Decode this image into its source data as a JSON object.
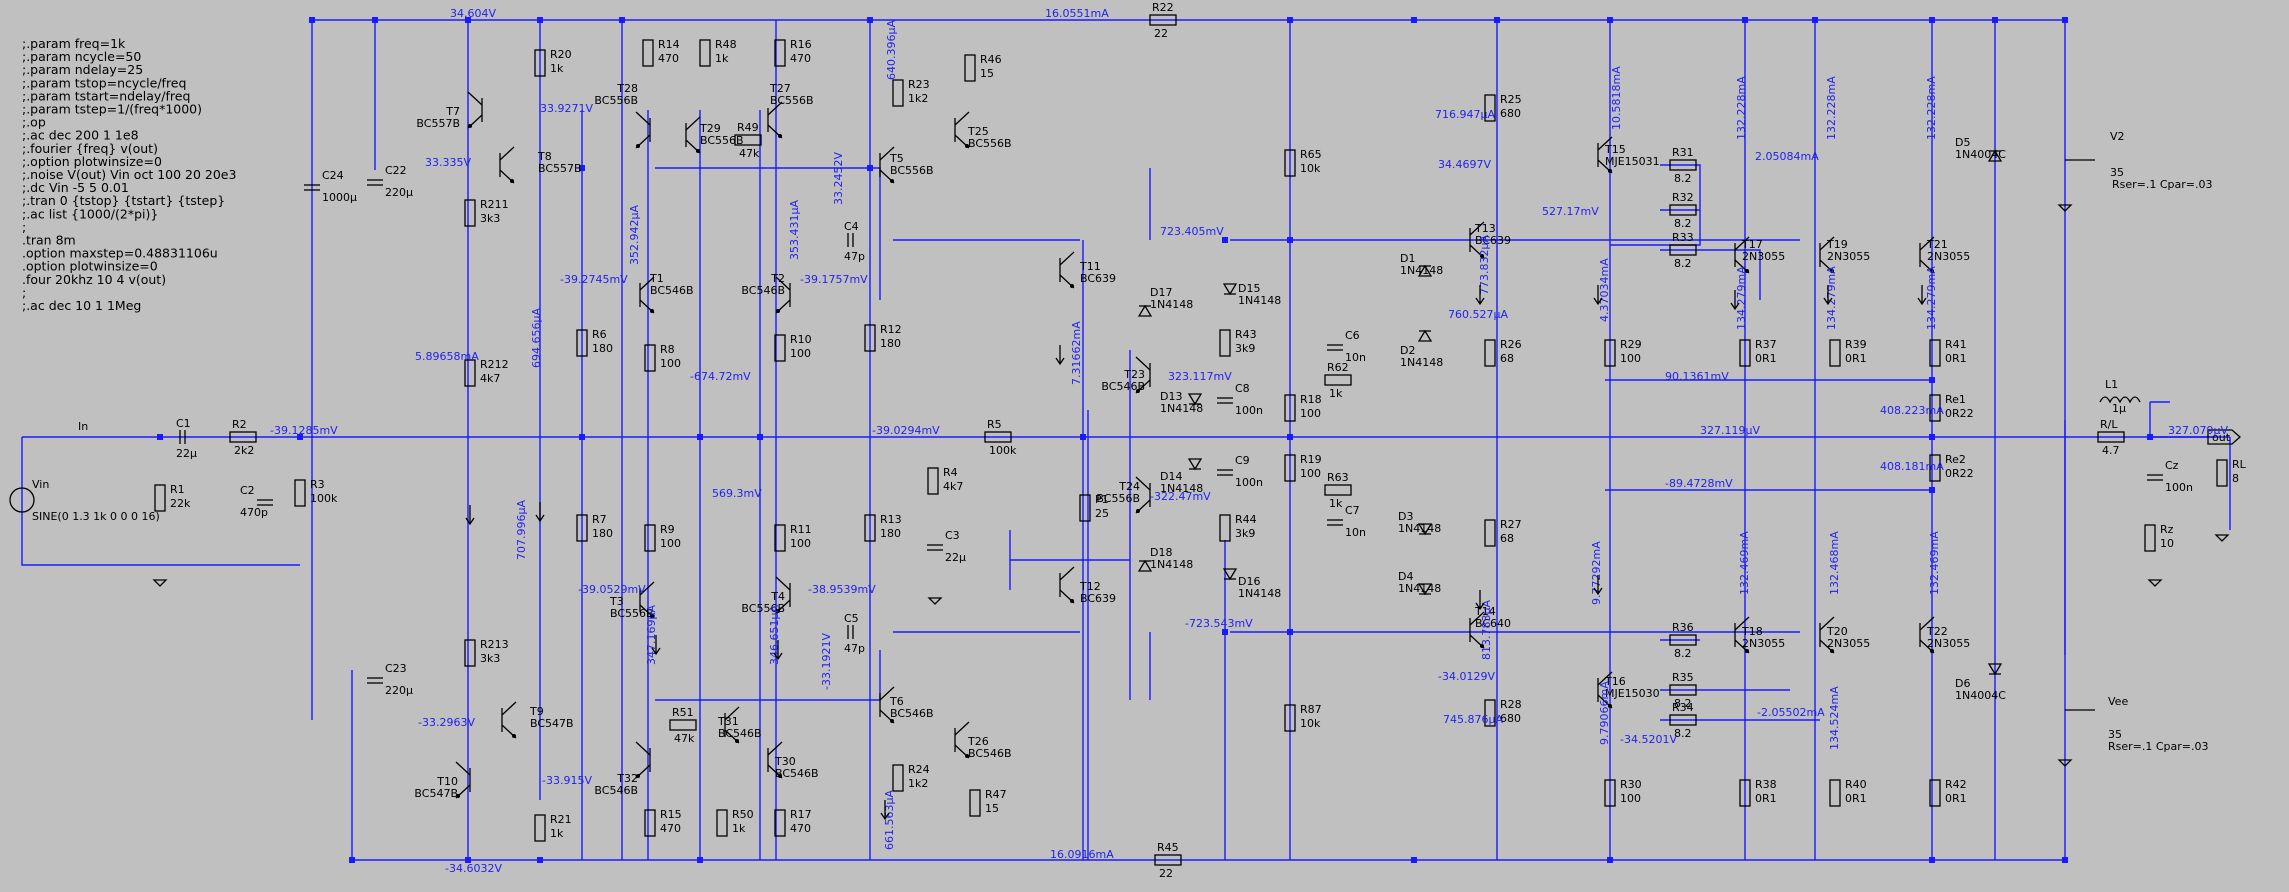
{
  "directives": [
    ";.param freq=1k",
    ";.param ncycle=50",
    ";.param ndelay=25",
    ";.param tstop=ncycle/freq",
    ";.param tstart=ndelay/freq",
    ";.param tstep=1/(freq*1000)",
    ";.op",
    ";.ac dec 200 1 1e8",
    ";.fourier {freq} v(out)",
    ";.option plotwinsize=0",
    ";.noise V(out) Vin oct 100 20 20e3",
    ";.dc Vin -5 5 0.01",
    ";.tran 0 {tstop} {tstart} {tstep}",
    ";.ac list {1000/(2*pi)}",
    ";",
    ".tran 8m",
    ".option maxstep=0.48831106u",
    ".option plotwinsize=0",
    ".four 20khz 10 4 v(out)",
    ";",
    ";.ac dec 10 1 1Meg"
  ],
  "resistors": [
    {
      "n": "R20",
      "v": "1k"
    },
    {
      "n": "R211",
      "v": "3k3"
    },
    {
      "n": "R212",
      "v": "4k7"
    },
    {
      "n": "R213",
      "v": "3k3"
    },
    {
      "n": "R21",
      "v": "1k"
    },
    {
      "n": "R14",
      "v": "470"
    },
    {
      "n": "R48",
      "v": "1k"
    },
    {
      "n": "R16",
      "v": "470"
    },
    {
      "n": "R49",
      "v": "47k"
    },
    {
      "n": "R6",
      "v": "180"
    },
    {
      "n": "R8",
      "v": "100"
    },
    {
      "n": "R10",
      "v": "100"
    },
    {
      "n": "R12",
      "v": "180"
    },
    {
      "n": "R7",
      "v": "180"
    },
    {
      "n": "R9",
      "v": "100"
    },
    {
      "n": "R11",
      "v": "100"
    },
    {
      "n": "R13",
      "v": "180"
    },
    {
      "n": "R51",
      "v": "47k"
    },
    {
      "n": "R15",
      "v": "470"
    },
    {
      "n": "R50",
      "v": "1k"
    },
    {
      "n": "R17",
      "v": "470"
    },
    {
      "n": "R1",
      "v": "22k"
    },
    {
      "n": "R2",
      "v": "2k2"
    },
    {
      "n": "R3",
      "v": "100k"
    },
    {
      "n": "R46",
      "v": "15"
    },
    {
      "n": "R23",
      "v": "1k2"
    },
    {
      "n": "R24",
      "v": "1k2"
    },
    {
      "n": "R47",
      "v": "15"
    },
    {
      "n": "R4",
      "v": "4k7"
    },
    {
      "n": "R5",
      "v": "100k"
    },
    {
      "n": "R43",
      "v": "3k9"
    },
    {
      "n": "R44",
      "v": "3k9"
    },
    {
      "n": "P1",
      "v": "25"
    },
    {
      "n": "R65",
      "v": "10k"
    },
    {
      "n": "R87",
      "v": "10k"
    },
    {
      "n": "R18",
      "v": "100"
    },
    {
      "n": "R19",
      "v": "100"
    },
    {
      "n": "R62",
      "v": "1k"
    },
    {
      "n": "R63",
      "v": "1k"
    },
    {
      "n": "R25",
      "v": "680"
    },
    {
      "n": "R26",
      "v": "68"
    },
    {
      "n": "R27",
      "v": "68"
    },
    {
      "n": "R28",
      "v": "680"
    },
    {
      "n": "R29",
      "v": "100"
    },
    {
      "n": "R30",
      "v": "100"
    },
    {
      "n": "R31",
      "v": "8.2"
    },
    {
      "n": "R32",
      "v": "8.2"
    },
    {
      "n": "R33",
      "v": "8.2"
    },
    {
      "n": "R36",
      "v": "8.2"
    },
    {
      "n": "R35",
      "v": "8.2"
    },
    {
      "n": "R34",
      "v": "8.2"
    },
    {
      "n": "R37",
      "v": "0R1"
    },
    {
      "n": "R39",
      "v": "0R1"
    },
    {
      "n": "R41",
      "v": "0R1"
    },
    {
      "n": "R38",
      "v": "0R1"
    },
    {
      "n": "R40",
      "v": "0R1"
    },
    {
      "n": "R42",
      "v": "0R1"
    },
    {
      "n": "Re1",
      "v": "0R22"
    },
    {
      "n": "Re2",
      "v": "0R22"
    },
    {
      "n": "R22",
      "v": "22"
    },
    {
      "n": "R45",
      "v": "22"
    },
    {
      "n": "R/L",
      "v": "4.7"
    },
    {
      "n": "Rz",
      "v": "10"
    },
    {
      "n": "RL",
      "v": "8"
    }
  ],
  "capacitors": [
    {
      "n": "C24",
      "v": "1000µ"
    },
    {
      "n": "C22",
      "v": "220µ"
    },
    {
      "n": "C23",
      "v": "220µ"
    },
    {
      "n": "C1",
      "v": "22µ"
    },
    {
      "n": "C2",
      "v": "470p"
    },
    {
      "n": "C3",
      "v": "22µ"
    },
    {
      "n": "C4",
      "v": "47p"
    },
    {
      "n": "C5",
      "v": "47p"
    },
    {
      "n": "C6",
      "v": "10n"
    },
    {
      "n": "C7",
      "v": "10n"
    },
    {
      "n": "C8",
      "v": "100n"
    },
    {
      "n": "C9",
      "v": "100n"
    },
    {
      "n": "Cz",
      "v": "100n"
    }
  ],
  "transistors": [
    {
      "n": "T7",
      "m": "BC557B"
    },
    {
      "n": "T8",
      "m": "BC557B"
    },
    {
      "n": "T9",
      "m": "BC547B"
    },
    {
      "n": "T10",
      "m": "BC547B"
    },
    {
      "n": "T28",
      "m": "BC556B"
    },
    {
      "n": "T27",
      "m": "BC556B"
    },
    {
      "n": "T29",
      "m": "BC556B"
    },
    {
      "n": "T1",
      "m": "BC546B"
    },
    {
      "n": "T2",
      "m": "BC546B"
    },
    {
      "n": "T3",
      "m": "BC556B"
    },
    {
      "n": "T4",
      "m": "BC556B"
    },
    {
      "n": "T31",
      "m": "BC546B"
    },
    {
      "n": "T32",
      "m": "BC546B"
    },
    {
      "n": "T30",
      "m": "BC546B"
    },
    {
      "n": "T5",
      "m": "BC556B"
    },
    {
      "n": "T25",
      "m": "BC556B"
    },
    {
      "n": "T6",
      "m": "BC546B"
    },
    {
      "n": "T26",
      "m": "BC546B"
    },
    {
      "n": "T11",
      "m": "BC639"
    },
    {
      "n": "T12",
      "m": "BC639"
    },
    {
      "n": "T23",
      "m": "BC546B"
    },
    {
      "n": "T24",
      "m": "BC556B"
    },
    {
      "n": "T13",
      "m": "BC639"
    },
    {
      "n": "T14",
      "m": "BC640"
    },
    {
      "n": "T15",
      "m": "MJE15031"
    },
    {
      "n": "T16",
      "m": "MJE15030"
    },
    {
      "n": "T17",
      "m": "2N3055"
    },
    {
      "n": "T19",
      "m": "2N3055"
    },
    {
      "n": "T21",
      "m": "2N3055"
    },
    {
      "n": "T18",
      "m": "2N3055"
    },
    {
      "n": "T20",
      "m": "2N3055"
    },
    {
      "n": "T22",
      "m": "2N3055"
    }
  ],
  "diodes": [
    {
      "n": "D17",
      "m": "1N4148"
    },
    {
      "n": "D15",
      "m": "1N4148"
    },
    {
      "n": "D13",
      "m": "1N4148"
    },
    {
      "n": "D14",
      "m": "1N4148"
    },
    {
      "n": "D16",
      "m": "1N4148"
    },
    {
      "n": "D18",
      "m": "1N4148"
    },
    {
      "n": "D1",
      "m": "1N4148"
    },
    {
      "n": "D2",
      "m": "1N4148"
    },
    {
      "n": "D3",
      "m": "1N4148"
    },
    {
      "n": "D4",
      "m": "1N4148"
    },
    {
      "n": "D5",
      "m": "1N4004C"
    },
    {
      "n": "D6",
      "m": "1N4004C"
    }
  ],
  "sources": [
    {
      "n": "Vin",
      "v": "SINE(0 1.3 1k 0 0 0 16)"
    },
    {
      "n": "V2",
      "v": "35",
      "extra": "Rser=.1 Cpar=.03"
    },
    {
      "n": "Vee",
      "v": "35",
      "extra": "Rser=.1 Cpar=.03"
    }
  ],
  "inductor": {
    "n": "L1",
    "v": "1µ"
  },
  "nets": {
    "in": "In",
    "out": "out"
  },
  "voltages": {
    "vcc": "34.604V",
    "vee": "-34.6032V",
    "t7e": "33.9271V",
    "t8b": "33.335V",
    "t9b": "-33.2963V",
    "t10e": "-33.915V",
    "in_bias": "-39.1285mV",
    "t1e": "-39.2745mV",
    "t2e": "-39.1757mV",
    "t3e": "-39.0529mV",
    "t4e": "-38.9539mV",
    "r8r10": "-674.72mV",
    "r9r11": "569.3mV",
    "fb": "-39.0294mV",
    "c4": "33.2452V",
    "c5": "-33.1921V",
    "vbe_top": "723.405mV",
    "vbe_bot": "-723.543mV",
    "t23e": "323.117mV",
    "t24e": "-322.47mV",
    "t15e": "34.4697V",
    "r29": "527.17mV",
    "rail_pos": "90.1361mV",
    "rail_neg": "-89.4728mV",
    "out_node": "327.119µV",
    "out": "327.079µV",
    "t16e": "-34.0129V",
    "t16c": "-34.5201V"
  },
  "currents": {
    "r22": "16.0551mA",
    "r45": "16.0916mA",
    "r212": "5.89658mA",
    "t8c": "694.656µA",
    "t10c": "707.996µA",
    "r14": "352.942µA",
    "r16": "353.431µA",
    "t3": "347.169µA",
    "t4": "346.651µA",
    "r46": "640.396µA",
    "r24": "661.563µA",
    "p1": "7.31662mA",
    "r25": "716.947µA",
    "t13": "773.832µA",
    "r26": "760.527µA",
    "r28": "745.876µA",
    "t14": "813.783µA",
    "t15": "10.5818mA",
    "t15b": "4.37034mA",
    "t16": "9.77292mA",
    "t16b": "9.79066mA",
    "r31": "2.05084mA",
    "r34": "-2.05502mA",
    "t17": "132.228mA",
    "t19": "132.228mA",
    "t21": "132.228mA",
    "t17e": "134.279mA",
    "t19e": "134.279mA",
    "t21e": "134.279mA",
    "t18": "132.469mA",
    "t20": "132.468mA",
    "t22": "132.469mA",
    "t20e": "134.524mA",
    "re1": "408.223mA",
    "re2": "408.181mA"
  }
}
